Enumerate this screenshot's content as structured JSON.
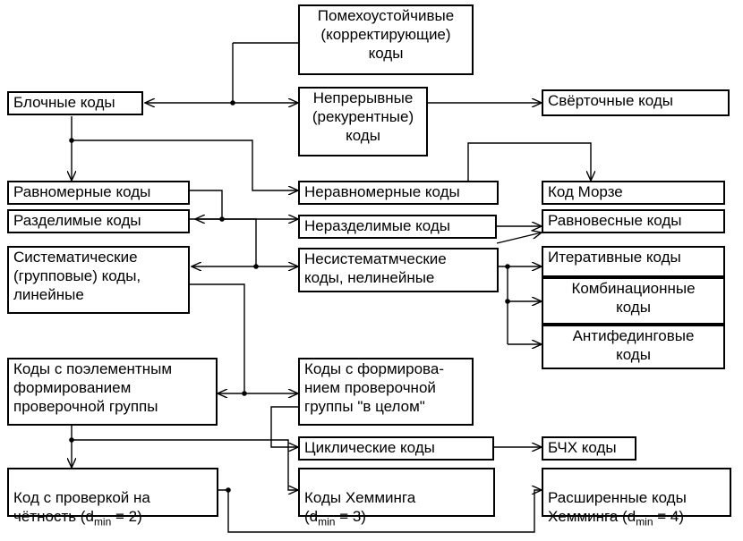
{
  "nodes": {
    "noise_immune": "Помехоустойчивые\n(корректирующие)\nкоды",
    "block": "Блочные коды",
    "continuous": "Непрерывные\n(рекурентные)\nкоды",
    "convolutional": "Свёрточные коды",
    "uniform": "Равномерные коды",
    "nonuniform": "Неравномерные коды",
    "morse": "Код Морзе",
    "separable": "Разделимые коды",
    "nonseparable": "Неразделимые коды",
    "equiweight": "Равновесные коды",
    "systematic": "Систематические\n(групповые) коды,\nлинейные",
    "nonsystematic": "Несистематмческие\nкоды, нелинейные",
    "iterative": "Итеративные коды",
    "combinational": "Комбинационные\nкоды",
    "antifading": "Антифединговые\nкоды",
    "elementwise": "Коды с поэлементным\nформированием\nпроверочной группы",
    "whole": "Коды с формирова-\nнием проверочной\nгруппы \"в целом\"",
    "cyclic": "Циклические коды",
    "bch": "БЧХ коды",
    "parity_prefix": "Код с проверкой на\nчётность (d",
    "hamming_prefix": "Коды Хемминга\n(d",
    "ext_hamming_prefix": "Расширенные коды\nХемминга (d",
    "dmin_sub": "min",
    "parity_suffix": " = 2)",
    "hamming_suffix": " = 3)",
    "ext_hamming_suffix": " = 4)"
  }
}
